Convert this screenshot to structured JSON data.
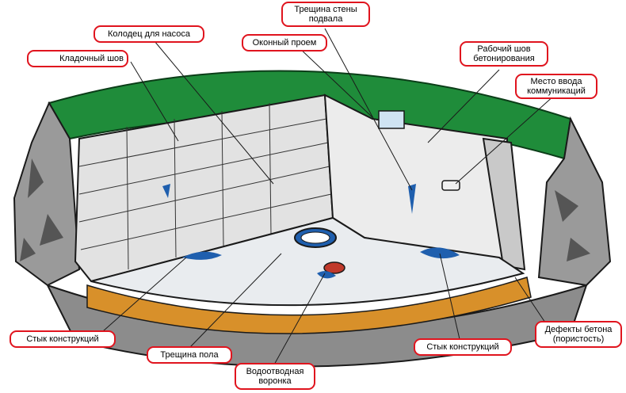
{
  "callouts": {
    "kladochny_shov": "Кладочный шов",
    "kolodets": "Колодец для насоса",
    "okonny_proem": "Оконный проем",
    "treshchina_steny_1": "Трещина стены",
    "treshchina_steny_2": "подвала",
    "rabochy_shov_1": "Рабочий шов",
    "rabochy_shov_2": "бетонирования",
    "mesto_vvoda_1": "Место ввода",
    "mesto_vvoda_2": "коммуникаций",
    "styk_left": "Стык конструкций",
    "treshchina_pola": "Трещина пола",
    "vodootvod_1": "Водоотводная",
    "vodootvod_2": "воронка",
    "styk_right": "Стык конструкций",
    "defekty_1": "Дефекты бетона",
    "defekty_2": "(пористость)"
  },
  "colors": {
    "grass": "#1f8c3a",
    "rock": "#9a9a9a",
    "wall": "#e2e2e2",
    "floor": "#e9ecef",
    "gravel": "#d8902a",
    "water": "#1f5fae",
    "callout_border": "#e0141e"
  }
}
